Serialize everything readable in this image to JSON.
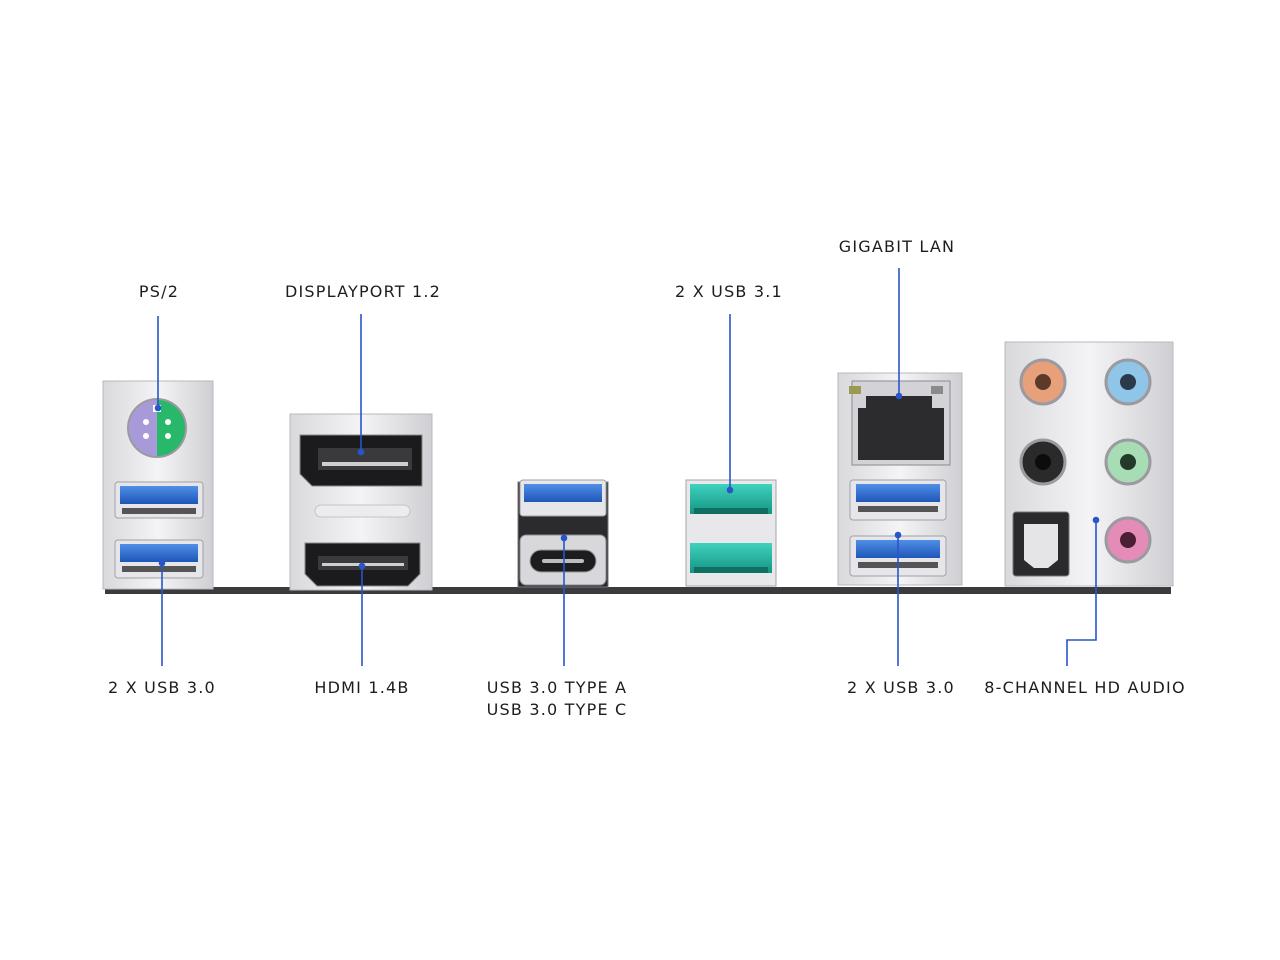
{
  "labels": {
    "ps2": "PS/2",
    "displayport": "DISPLAYPORT 1.2",
    "usb31": "2 X USB 3.1",
    "lan": "GIGABIT LAN",
    "usb30_left": "2 X USB 3.0",
    "hdmi": "HDMI 1.4B",
    "usb_type_a": "USB 3.0 TYPE A",
    "usb_type_c": "USB 3.0 TYPE C",
    "usb30_right": "2 X USB 3.0",
    "audio": "8-CHANNEL HD AUDIO"
  },
  "colors": {
    "leader_line": "#2a55c8",
    "usb30_blue": "#2f6fd0",
    "usb31_teal": "#1fb3a0",
    "ps2_purple": "#a89ad8",
    "ps2_green": "#27b86a",
    "jack_orange": "#e8a07a",
    "jack_blue": "#8fc6e8",
    "jack_black": "#2a2a2a",
    "jack_green": "#a7dcb5",
    "jack_pink": "#e58bb8"
  }
}
